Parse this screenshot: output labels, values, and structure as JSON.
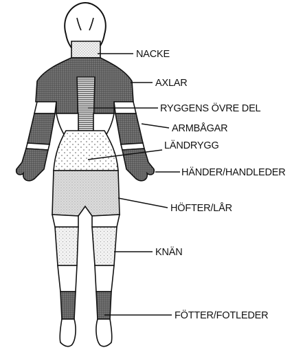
{
  "diagram": {
    "type": "body-map-posterior",
    "labels": [
      {
        "id": "neck",
        "text": "NACKE"
      },
      {
        "id": "shoulders",
        "text": "AXLAR"
      },
      {
        "id": "upper-back",
        "text": "RYGGENS ÖVRE DEL"
      },
      {
        "id": "elbows",
        "text": "ARMBÅGAR"
      },
      {
        "id": "lower-back",
        "text": "LÄNDRYGG"
      },
      {
        "id": "hands-wrists",
        "text": "HÄNDER/HANDLEDER"
      },
      {
        "id": "hips-thighs",
        "text": "HÖFTER/LÅR"
      },
      {
        "id": "knees",
        "text": "KNÄN"
      },
      {
        "id": "feet-ankles",
        "text": "FÖTTER/FOTLEDER"
      }
    ]
  }
}
